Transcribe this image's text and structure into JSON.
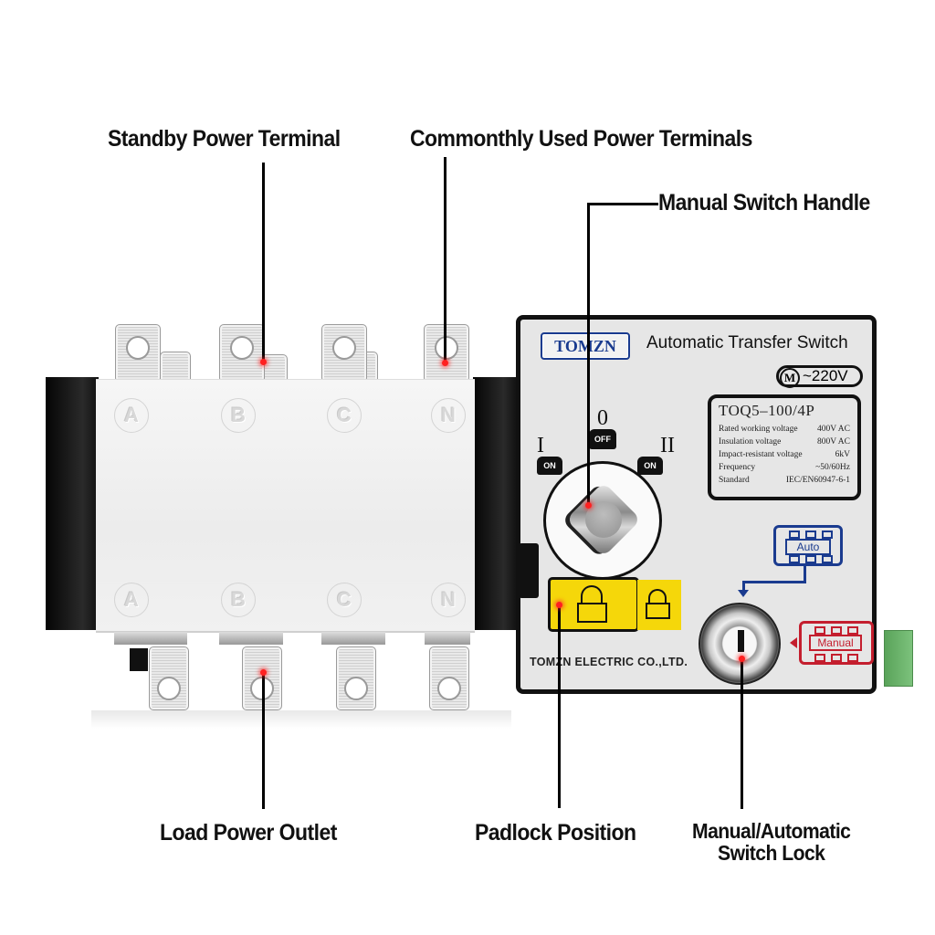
{
  "callouts": {
    "standby_power_terminal": "Standby Power Terminal",
    "common_power_terminals": "Commonthly Used Power Terminals",
    "manual_switch_handle": "Manual Switch Handle",
    "load_power_outlet": "Load Power Outlet",
    "padlock_position": "Padlock Position",
    "switch_lock_line1": "Manual/Automatic",
    "switch_lock_line2": "Switch Lock"
  },
  "switch_body": {
    "phases_top": [
      "A",
      "B",
      "C",
      "N"
    ],
    "phases_bottom": [
      "A",
      "B",
      "C",
      "N"
    ]
  },
  "panel": {
    "brand": "TOMZN",
    "title": "Automatic Transfer Switch",
    "motor_symbol": "M",
    "motor_voltage": "~220V",
    "spec_label": {
      "model": "TOQ5–100/4P",
      "rows": [
        {
          "label": "Rated working voltage",
          "value": "400V AC"
        },
        {
          "label": "Insulation voltage",
          "value": "800V AC"
        },
        {
          "label": "Impact-resistant voltage",
          "value": "6kV"
        },
        {
          "label": "Frequency",
          "value": "~50/60Hz"
        },
        {
          "label": "Standard",
          "value": "IEC/EN60947-6-1"
        }
      ]
    },
    "knob": {
      "pos_left": "I",
      "pos_center": "0",
      "pos_right": "II",
      "tab_left": "ON",
      "tab_center": "OFF",
      "tab_right": "ON"
    },
    "auto_label": "Auto",
    "manual_label": "Manual",
    "company": "TOMZN ELECTRIC CO.,LTD.",
    "colors": {
      "brand_blue": "#1a3b8f",
      "manual_red": "#c41e2e",
      "padlock_yellow": "#f5d70a",
      "marker_red": "#ff2020"
    }
  }
}
